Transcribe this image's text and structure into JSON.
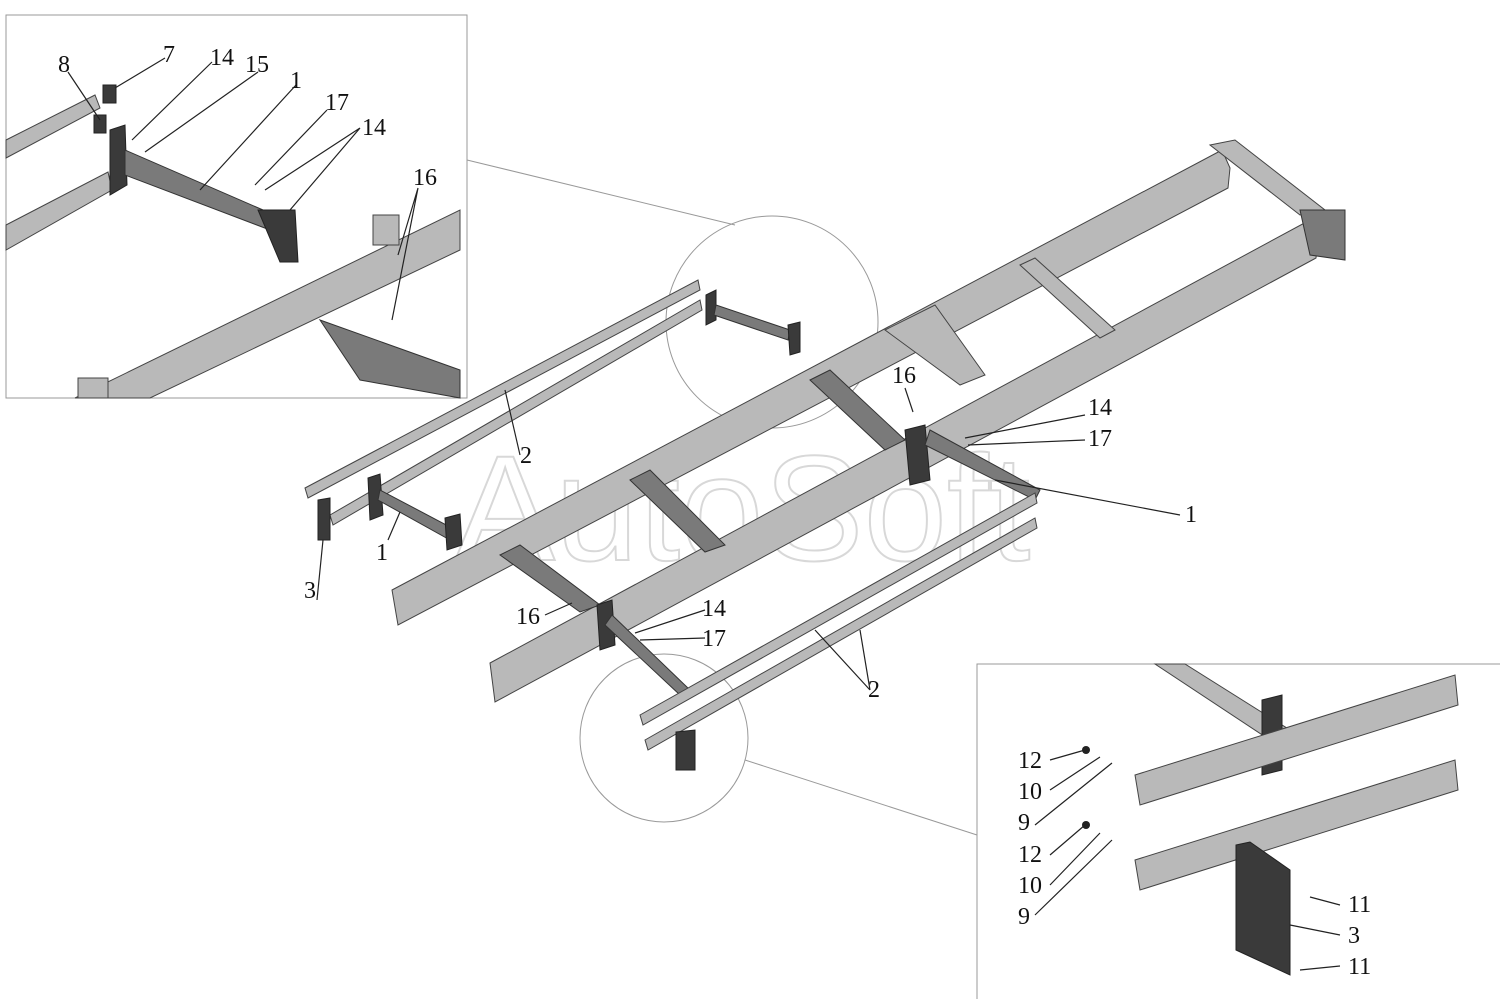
{
  "watermark": "AutoSoft",
  "inset_top_left": {
    "labels": [
      "8",
      "7",
      "14",
      "15",
      "1",
      "17",
      "14",
      "16"
    ]
  },
  "main": {
    "labels": [
      "16",
      "14",
      "17",
      "2",
      "1",
      "1",
      "3",
      "16",
      "14",
      "17",
      "2"
    ]
  },
  "inset_bottom_right": {
    "labels": [
      "12",
      "10",
      "9",
      "12",
      "10",
      "9",
      "11",
      "3",
      "11"
    ]
  },
  "colors": {
    "line": "#222222",
    "rail": "#b9b9b9",
    "dark_part": "#3a3a3a",
    "frame": "#999999"
  }
}
